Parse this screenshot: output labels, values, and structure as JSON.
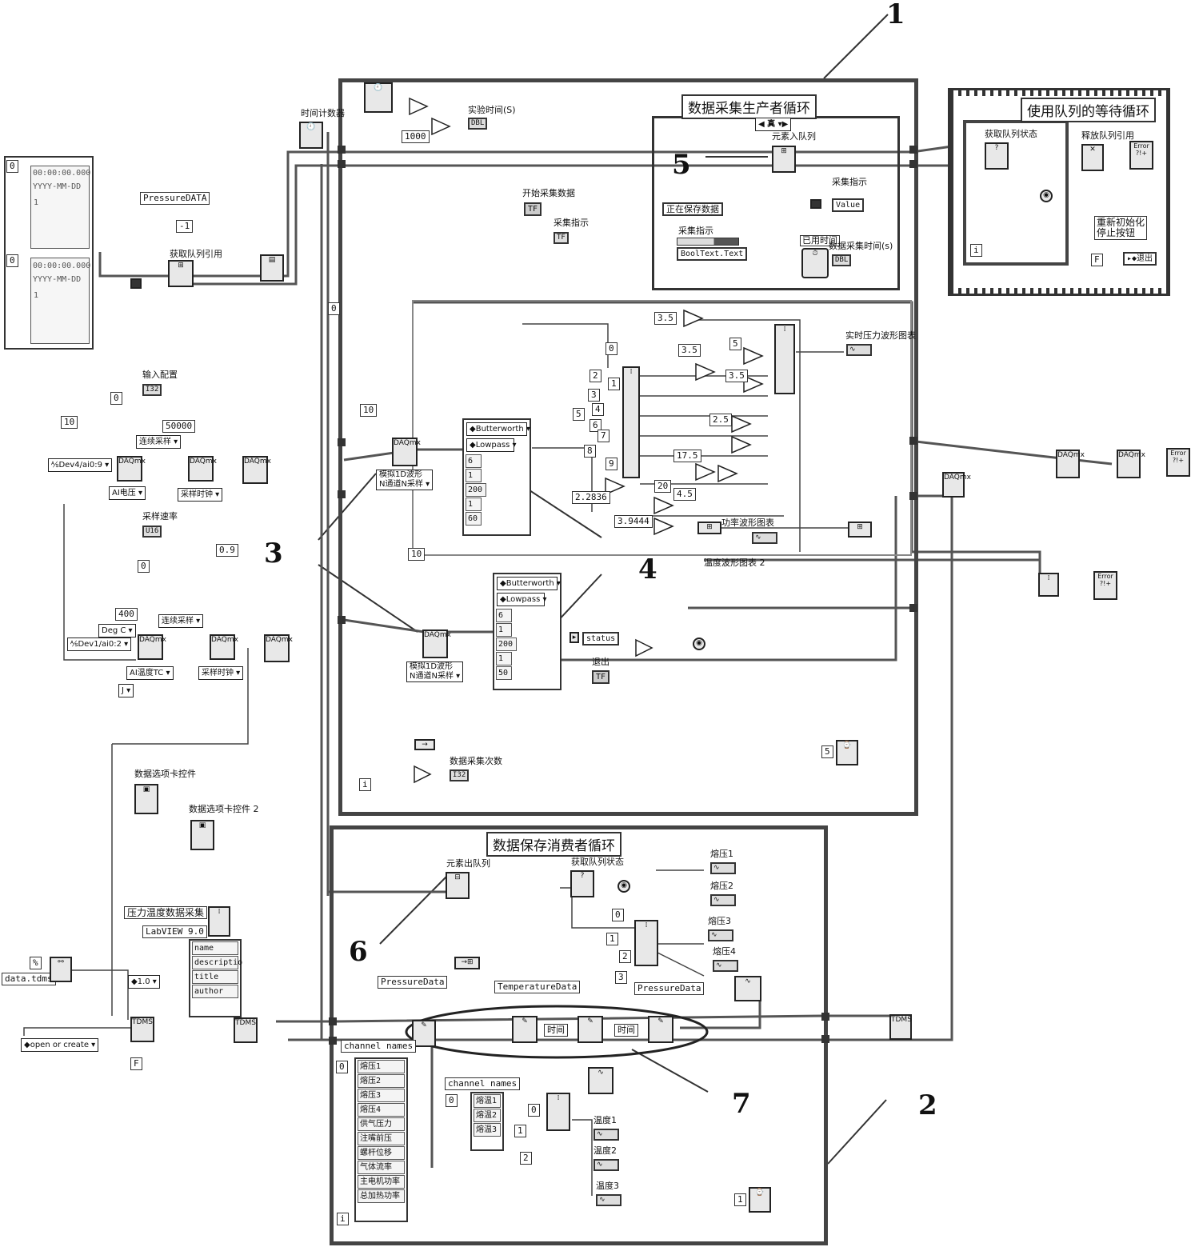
{
  "callouts": [
    "1",
    "2",
    "3",
    "4",
    "5",
    "6",
    "7"
  ],
  "loops": {
    "producer_title": "数据采集生产者循环",
    "consumer_title": "数据保存消费者循环",
    "wait_title": "使用队列的等待循环",
    "case_selector": "真"
  },
  "left_top": {
    "timestamp_index": "0",
    "timestamp_value": "00:00:00.000",
    "timestamp_date": "YYYY-MM-DD",
    "timestamp_index2": "0",
    "timestamp_value2": "00:00:00.000",
    "timestamp_date2": "YYYY-MM-DD",
    "num_1": "1",
    "num_1b": "1",
    "pressure_const": "PressureDATA",
    "minus_one": "-1",
    "obtain_queue": "获取队列引用",
    "time_counter": "时间计数器",
    "exp_time": "实验时间(S)",
    "dbl": "DBL",
    "const_1000": "1000"
  },
  "daq_left": {
    "input_config": "输入配置",
    "i32": "I32",
    "zero_a": "0",
    "ten_a": "10",
    "samples_50000": "50000",
    "continuous_a": "连续采样",
    "dev4": "Dev4/ai0:9",
    "ai_voltage": "AI电压",
    "sample_clock_a": "采样时钟",
    "sample_rate": "采样速率",
    "u16": "U16",
    "zero_b": "0",
    "const_400": "400",
    "deg_c": "Deg C",
    "continuous_b": "连续采样",
    "dev1": "Dev1/ai0:2",
    "ai_temp": "AI温度TC",
    "sample_clock_b": "采样时钟",
    "tc_j": "J",
    "const_09": "0.9",
    "daqmx": "DAQmx"
  },
  "producer": {
    "start_collect": "开始采集数据",
    "tf": "TF",
    "collect_indicator": "采集指示",
    "saving": "正在保存数据",
    "collect_ind2": "采集指示",
    "booltext": "BoolText.Text",
    "enqueue": "元素入队列",
    "collect_ind3": "采集指示",
    "value": "Value",
    "elapsed": "已用时间",
    "collect_time": "数据采集时间(s)",
    "zero_shift": "0",
    "read_a": "模拟1D波形\nN通道N采样",
    "read_b": "模拟1D波形\nN通道N采样",
    "ten_1": "10",
    "ten_2": "10",
    "filt_a": {
      "type": "Butterworth",
      "mode": "Lowpass",
      "vals": [
        "6",
        "1",
        "200",
        "1",
        "60"
      ]
    },
    "filt_b": {
      "type": "Butterworth",
      "mode": "Lowpass",
      "vals": [
        "6",
        "1",
        "200",
        "1",
        "50"
      ]
    },
    "consts_col": [
      "0",
      "2",
      "1",
      "3",
      "4",
      "5",
      "6",
      "7",
      "8",
      "9"
    ],
    "mul_consts": [
      "3.5",
      "3.5",
      "5",
      "3.5",
      "2.5",
      "17.5",
      "4.5",
      "20"
    ],
    "const_22836": "2.2836",
    "const_39444": "3.9444",
    "realtime_chart": "实时压力波形图表",
    "power_chart": "功率波形图表",
    "temp_chart": "温度波形图表 2",
    "status": "status",
    "exit": "退出",
    "count_label": "数据采集次数",
    "i32b": "I32",
    "wait_5": "5",
    "iter": "i"
  },
  "wait_loop": {
    "get_status": "获取队列状态",
    "release": "释放队列引用",
    "reinit": "重新初始化\n停止按钮",
    "f_const": "F",
    "exit_label": "退出",
    "iter": "i",
    "error_label": "Error\n?!+"
  },
  "consumer": {
    "dequeue": "元素出队列",
    "get_status": "获取队列状态",
    "melt_pressures": [
      "熔压1",
      "熔压2",
      "熔压3",
      "熔压4"
    ],
    "idx_consts": [
      "0",
      "1",
      "2",
      "3"
    ],
    "pressure_data": "PressureData",
    "temperature_data": "TemperatureData",
    "pressure_data2": "PressureData",
    "time_label": "时间",
    "time_label2": "时间",
    "channel_names": "channel names",
    "channels": [
      "熔压1",
      "熔压2",
      "熔压3",
      "熔压4",
      "供气压力",
      "注嘴前压",
      "螺杆位移",
      "气体流率",
      "主电机功率",
      "总加热功率"
    ],
    "channel_names2": "channel names",
    "temps": [
      "熔温1",
      "熔温2",
      "熔温3"
    ],
    "temp_out": [
      "温度1",
      "温度2",
      "温度3"
    ],
    "idx2": [
      "0",
      "1",
      "2"
    ],
    "wait_1": "1",
    "iter": "i",
    "zero_a": "0",
    "zero_b": "0"
  },
  "tdms_left": {
    "file_path": "data.tdms",
    "path_prefix": "%",
    "title": "压力温度数据采集",
    "labview": "LabVIEW 9.0",
    "props": [
      "name",
      "descriptio",
      "title",
      "author"
    ],
    "version": "1.0",
    "open_mode": "open or create",
    "f_const": "F",
    "tab1": "数据选项卡控件",
    "tab2": "数据选项卡控件 2",
    "tdms": "TDMS"
  }
}
